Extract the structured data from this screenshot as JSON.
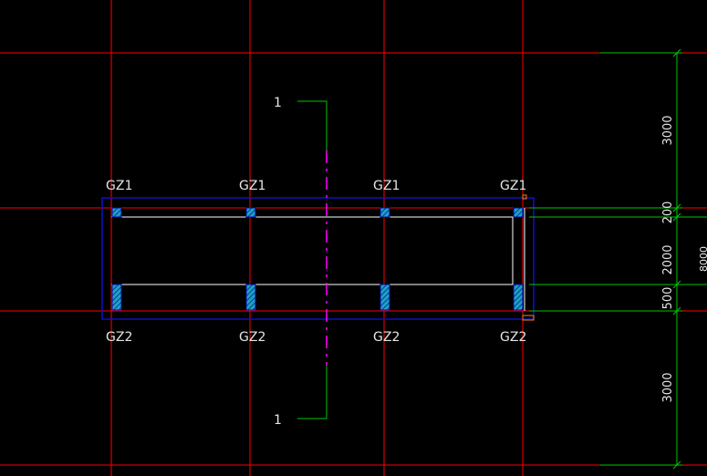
{
  "colors": {
    "background": "#000000",
    "grid": "#ff0000",
    "boundary": "#1010c8",
    "wall": "#ffffff",
    "dimension": "#00c800",
    "section": "#ff00ff",
    "column_fill": "#1aa6b7",
    "column_hatch": "#0a0ab0",
    "text": "#e6e6e6",
    "marker": "#ff8000"
  },
  "section_marks": {
    "top": "1",
    "bottom": "1"
  },
  "columns": {
    "top": [
      {
        "label": "GZ1"
      },
      {
        "label": "GZ1"
      },
      {
        "label": "GZ1"
      },
      {
        "label": "GZ1"
      }
    ],
    "bottom": [
      {
        "label": "GZ2"
      },
      {
        "label": "GZ2"
      },
      {
        "label": "GZ2"
      },
      {
        "label": "GZ2"
      }
    ]
  },
  "dimensions": {
    "top_span": "3000",
    "wall_top": "200",
    "middle": "2000",
    "wall_bottom": "500",
    "bottom_span": "3000",
    "total": "8000"
  }
}
